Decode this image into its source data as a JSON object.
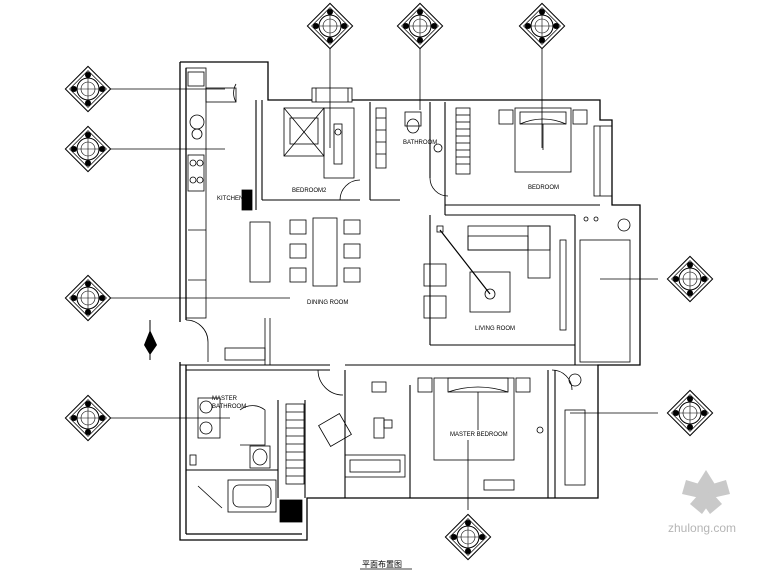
{
  "rooms": {
    "kitchen": "KITCHEN",
    "bedroom2": "BEDROOM2",
    "bathroom": "BATHROOM",
    "bedroom": "BEDROOM",
    "dining_room": "DINING ROOM",
    "living_room": "LIVING ROOM",
    "master_bathroom_line1": "MASTER",
    "master_bathroom_line2": "BATHROOM",
    "master_bedroom": "MASTER BEDROOM"
  },
  "caption": "平面布置图",
  "watermark": "zhulong.com"
}
